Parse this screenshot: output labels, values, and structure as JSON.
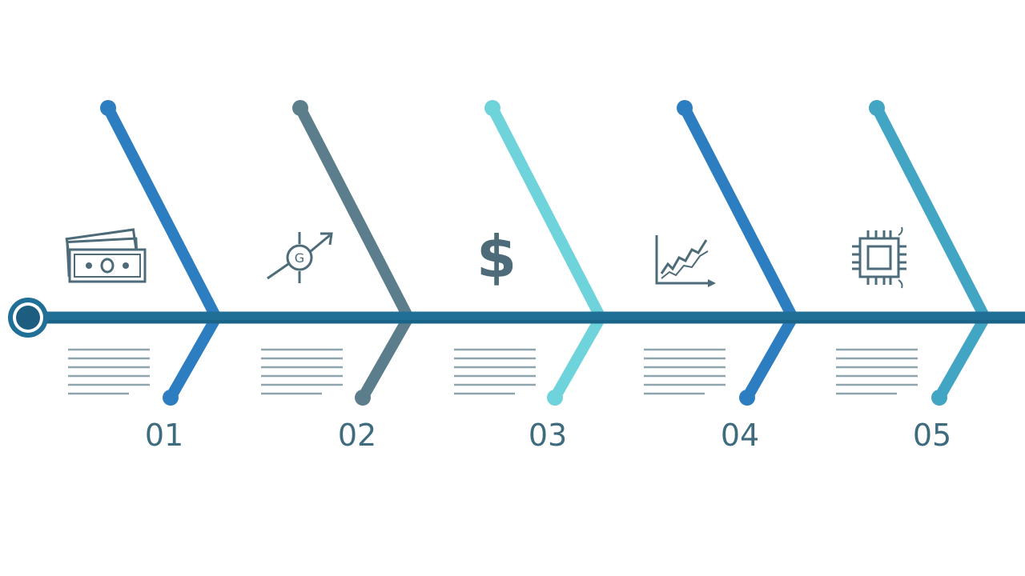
{
  "colors": {
    "spine": "#1f6f96",
    "spine_dark": "#175a7c",
    "ring_fill": "#1d5d80",
    "icon_stroke": "#4d6b78",
    "placeholder_text": "#8fa5ae",
    "number_text": "#3e6b7d"
  },
  "steps": [
    {
      "number": "01",
      "color": "#2c7ec1",
      "icon": "money-bills-icon"
    },
    {
      "number": "02",
      "color": "#5c7e8c",
      "icon": "target-arrow-icon"
    },
    {
      "number": "03",
      "color": "#6ed3da",
      "icon": "dollar-sign-icon"
    },
    {
      "number": "04",
      "color": "#2c7ec1",
      "icon": "growth-chart-icon"
    },
    {
      "number": "05",
      "color": "#43a5c4",
      "icon": "microchip-icon"
    }
  ]
}
